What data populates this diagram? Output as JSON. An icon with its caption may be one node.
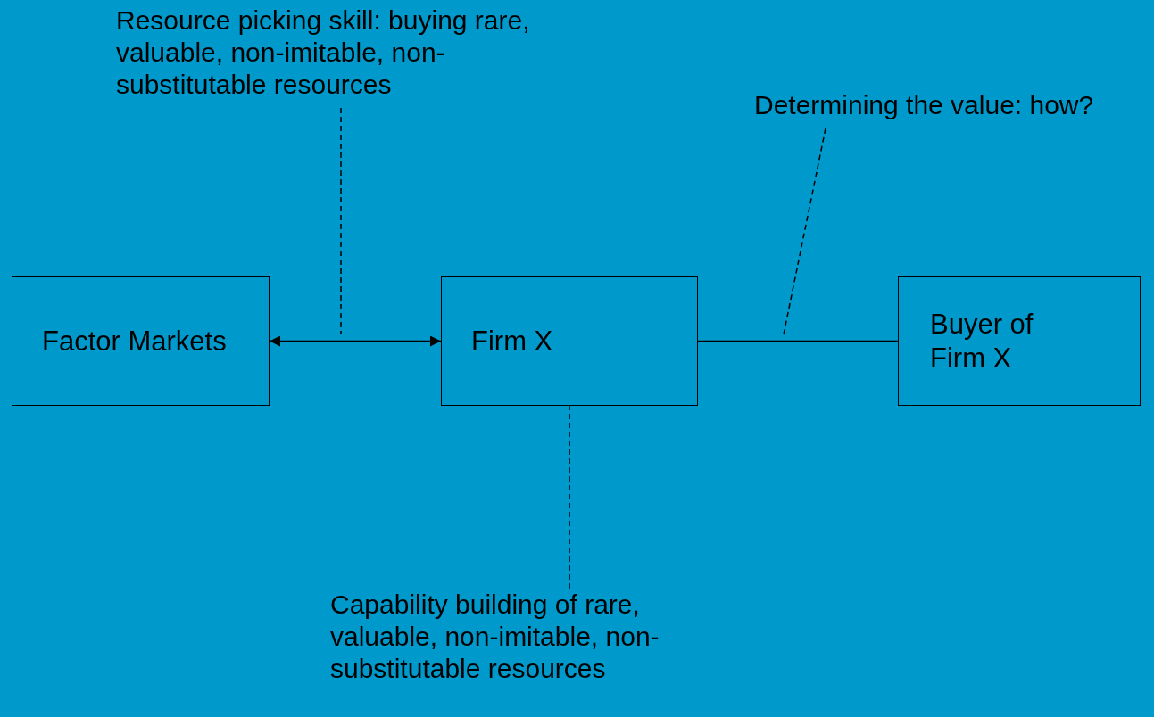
{
  "diagram": {
    "nodes": [
      {
        "text": [
          "Factor Markets"
        ]
      },
      {
        "text": [
          "Firm X"
        ]
      },
      {
        "text": [
          "Buyer of Firm X"
        ]
      },
      {
        "text": [
          "Resource picking skill: buying rare, valuable, non-imitable, non-substitutable resources"
        ]
      },
      {
        "text": [
          "Determining the value: how?"
        ]
      },
      {
        "text": [
          "Capability building of rare, valuable, non-imitable, non-substitutable resources"
        ]
      }
    ],
    "edges": [
      {
        "from": 0,
        "to": 1,
        "arrow": "both"
      },
      {
        "from": 1,
        "to": 2,
        "arrow": "none"
      },
      {
        "from": 3,
        "to": null,
        "arrow": "none",
        "style": "dashed"
      },
      {
        "from": 4,
        "to": null,
        "arrow": "none",
        "style": "dashed"
      },
      {
        "from": 5,
        "to": 1,
        "arrow": "none",
        "style": "dashed"
      }
    ]
  }
}
